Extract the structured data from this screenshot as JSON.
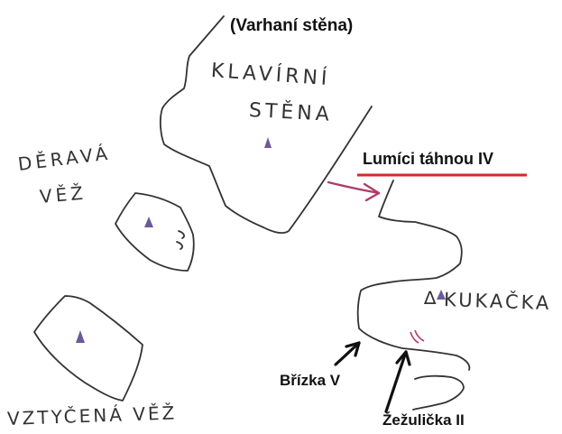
{
  "title": "(Varhaní stěna)",
  "labels": {
    "klavirni_line1": "KLAVÍRNÍ",
    "klavirni_line2": "STĚNA",
    "derava_line1": "DĚRAVÁ",
    "derava_line2": "VĚŽ",
    "vztycena": "VZTYČENÁ VĚŽ",
    "kukacka": "KUKAČKA",
    "kukacka_marker": "∆"
  },
  "callouts": {
    "lumici": "Lumíci táhnou IV",
    "brizka": "Břízka V",
    "zezulicka": "Žežulička II"
  },
  "colors": {
    "pencil": "#333333",
    "marker": "#6a5a9a",
    "underline": "#d42a2a",
    "arrow_pink": "#b03a6a",
    "arrow_black": "#111111"
  }
}
